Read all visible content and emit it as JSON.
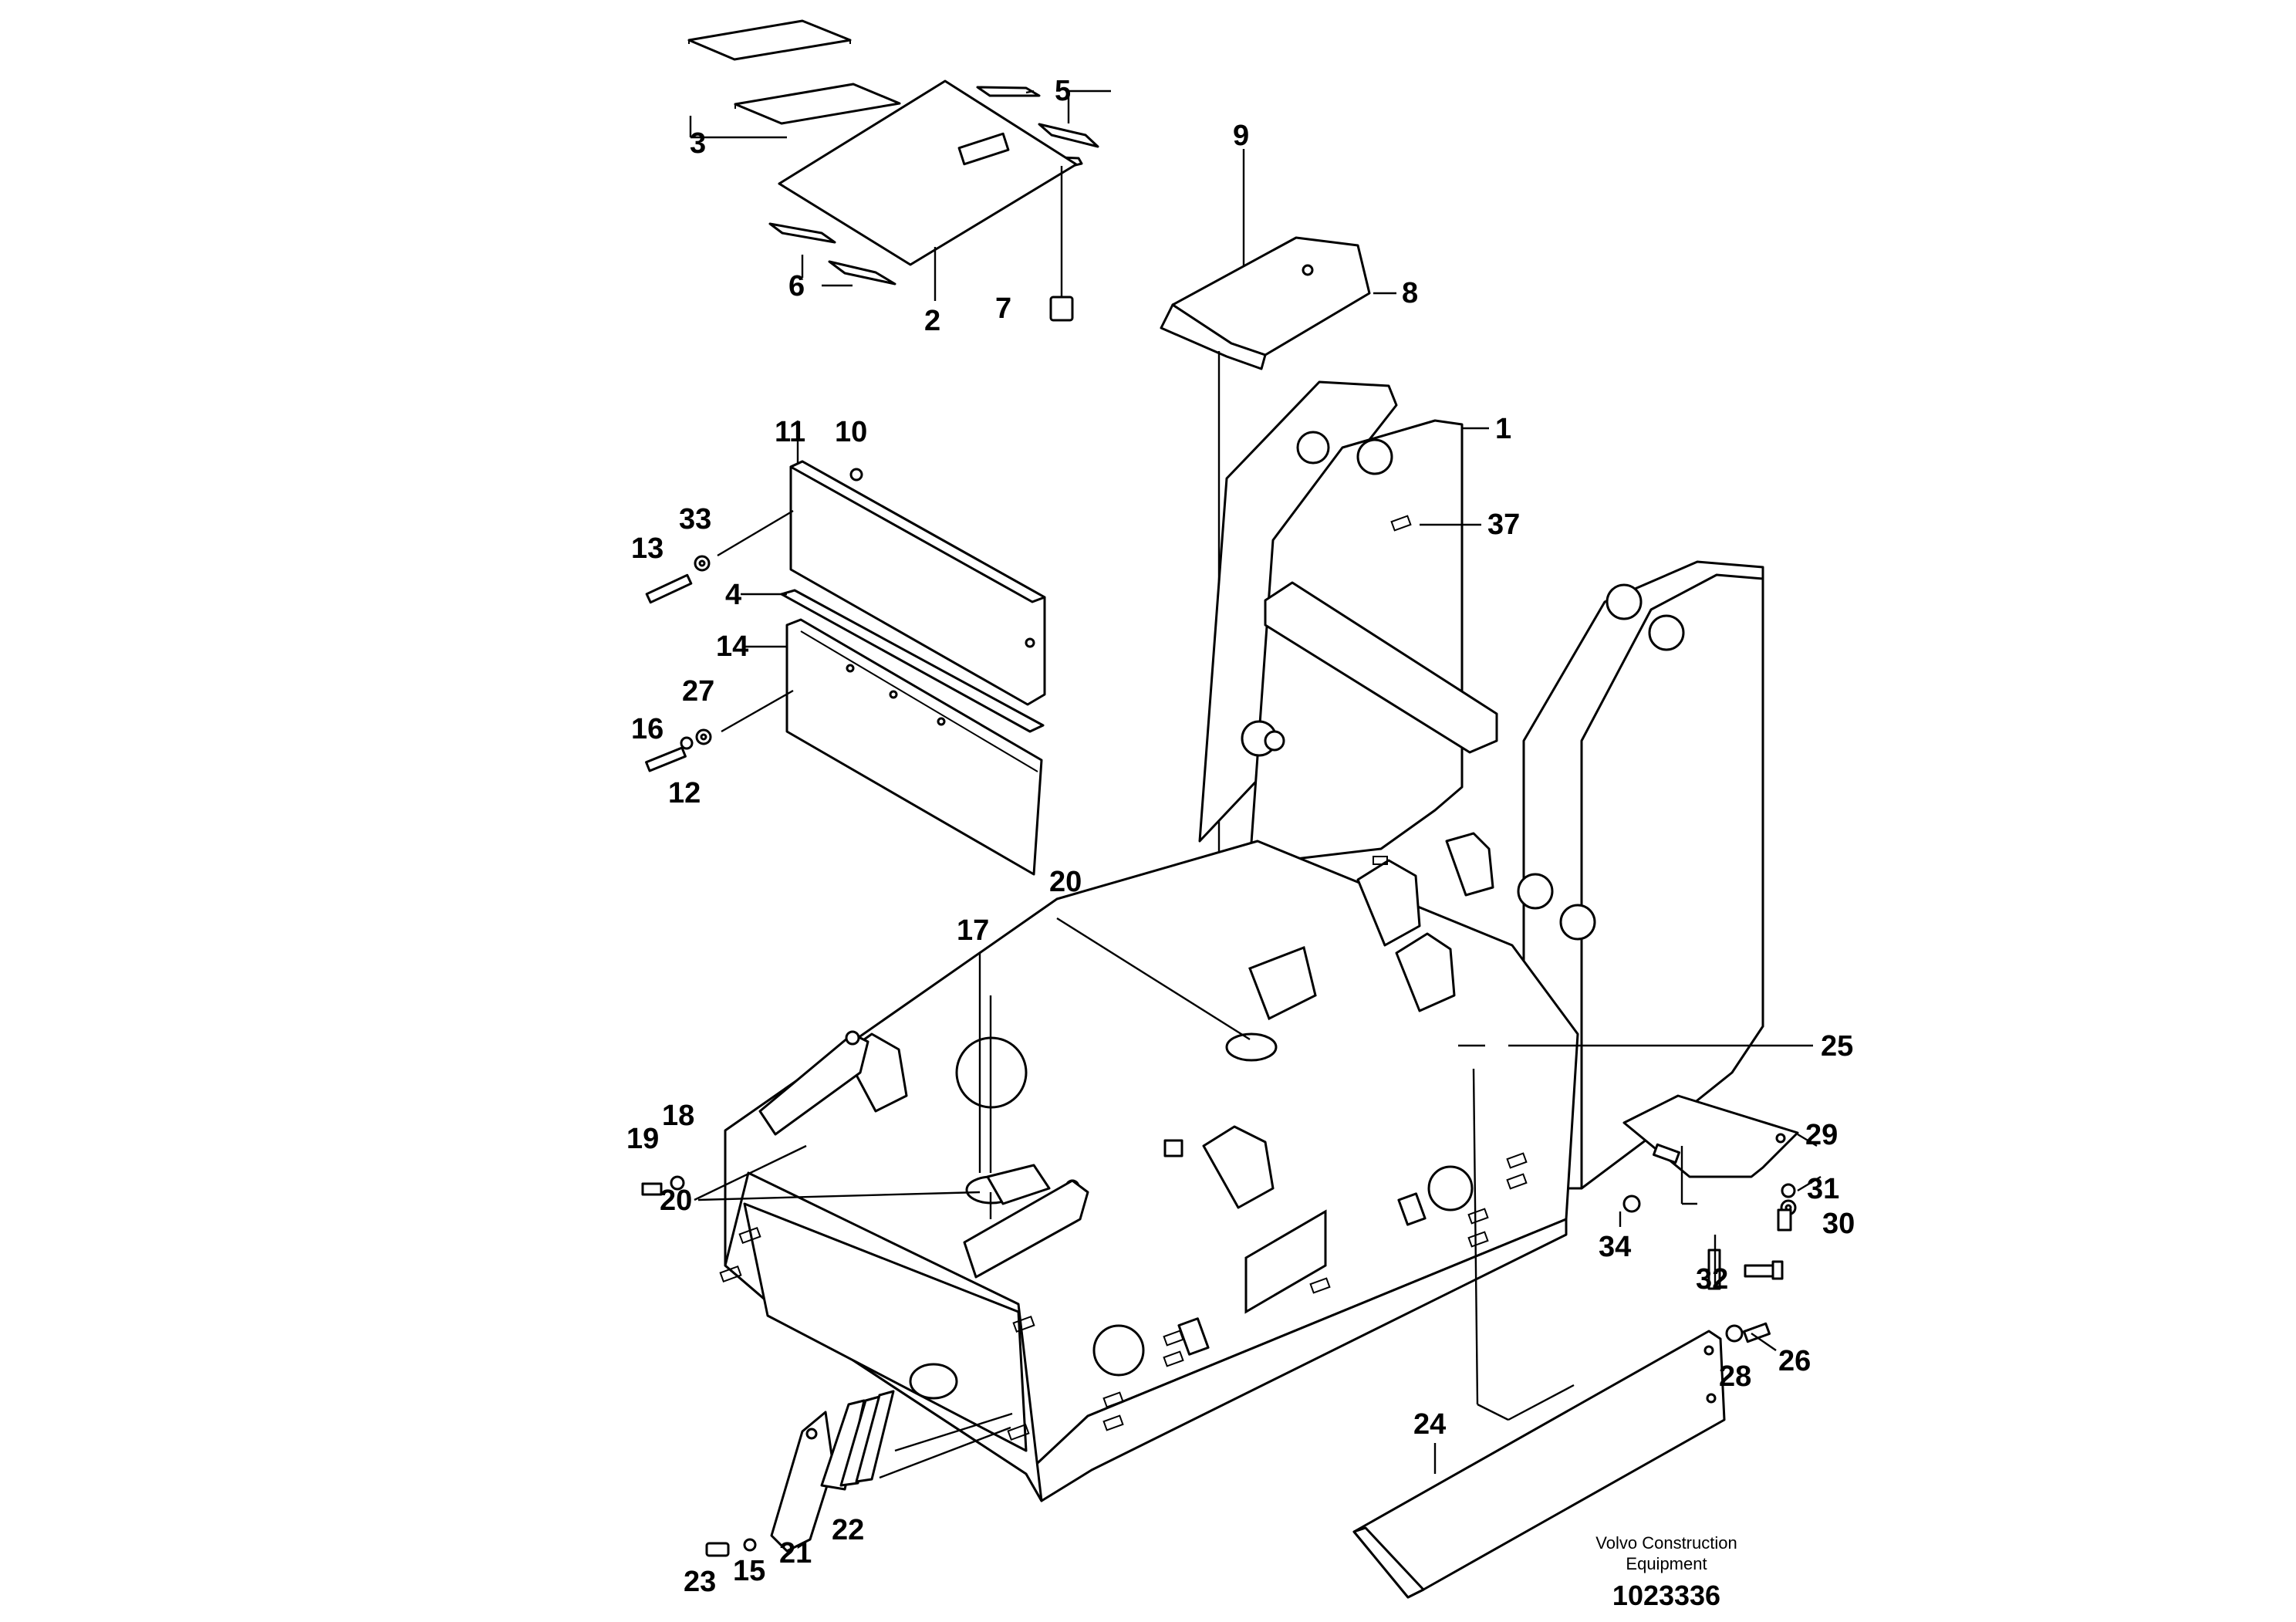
{
  "diagram": {
    "callouts": [
      {
        "id": "1",
        "label": "1"
      },
      {
        "id": "2",
        "label": "2"
      },
      {
        "id": "3",
        "label": "3"
      },
      {
        "id": "4",
        "label": "4"
      },
      {
        "id": "5",
        "label": "5"
      },
      {
        "id": "6",
        "label": "6"
      },
      {
        "id": "7",
        "label": "7"
      },
      {
        "id": "8",
        "label": "8"
      },
      {
        "id": "9",
        "label": "9"
      },
      {
        "id": "10",
        "label": "10"
      },
      {
        "id": "11",
        "label": "11"
      },
      {
        "id": "12",
        "label": "12"
      },
      {
        "id": "13",
        "label": "13"
      },
      {
        "id": "14",
        "label": "14"
      },
      {
        "id": "15",
        "label": "15"
      },
      {
        "id": "16",
        "label": "16"
      },
      {
        "id": "17",
        "label": "17"
      },
      {
        "id": "18",
        "label": "18"
      },
      {
        "id": "19",
        "label": "19"
      },
      {
        "id": "20a",
        "label": "20"
      },
      {
        "id": "20b",
        "label": "20"
      },
      {
        "id": "21",
        "label": "21"
      },
      {
        "id": "22",
        "label": "22"
      },
      {
        "id": "23",
        "label": "23"
      },
      {
        "id": "24",
        "label": "24"
      },
      {
        "id": "25",
        "label": "25"
      },
      {
        "id": "26",
        "label": "26"
      },
      {
        "id": "27",
        "label": "27"
      },
      {
        "id": "28",
        "label": "28"
      },
      {
        "id": "29",
        "label": "29"
      },
      {
        "id": "30",
        "label": "30"
      },
      {
        "id": "31",
        "label": "31"
      },
      {
        "id": "32",
        "label": "32"
      },
      {
        "id": "33",
        "label": "33"
      },
      {
        "id": "34",
        "label": "34"
      },
      {
        "id": "37",
        "label": "37"
      }
    ],
    "credit_line1": "Volvo Construction",
    "credit_line2": "Equipment",
    "document_number": "1023336"
  }
}
